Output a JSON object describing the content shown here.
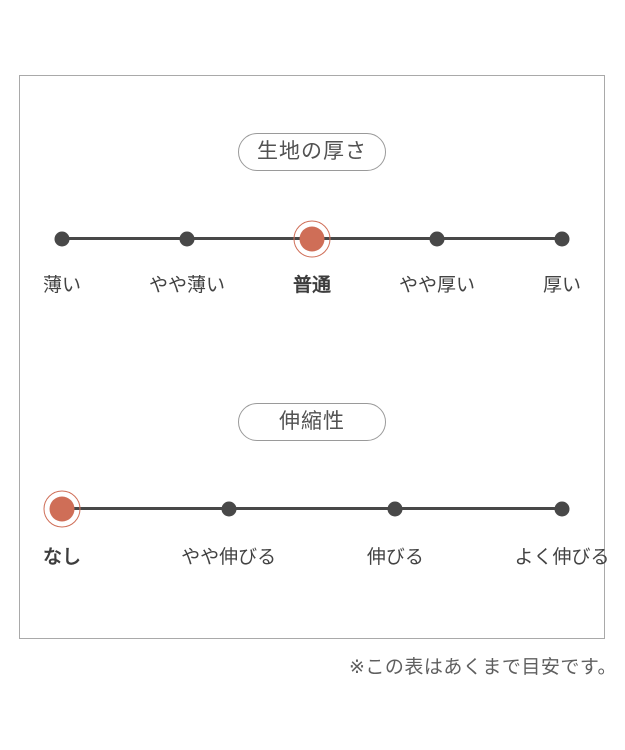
{
  "chart_data": [
    {
      "type": "scatter",
      "title": "生地の厚さ",
      "categories": [
        "薄い",
        "やや薄い",
        "普通",
        "やや厚い",
        "厚い"
      ],
      "selected": "普通",
      "selected_index": 2,
      "num_points": 5,
      "legend_position": "none",
      "grid": false
    },
    {
      "type": "scatter",
      "title": "伸縮性",
      "categories": [
        "なし",
        "やや伸びる",
        "伸びる",
        "よく伸びる"
      ],
      "selected": "なし",
      "selected_index": 0,
      "num_points": 4,
      "legend_position": "none",
      "grid": false
    }
  ],
  "note": "※この表はあくまで目安です。",
  "colors": {
    "accent": "#cf6e57",
    "dot": "#484848",
    "line": "#484848",
    "frame_border": "#a9a9a9",
    "pill_border": "#9a9a9a",
    "text": "#434343",
    "note_text": "#5f5f5f",
    "background": "#ffffff"
  }
}
